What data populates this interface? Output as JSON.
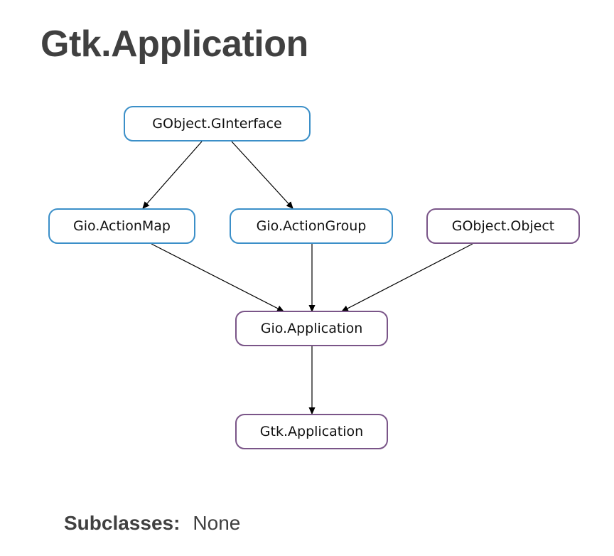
{
  "page": {
    "title": "Gtk.Application"
  },
  "diagram": {
    "nodes": {
      "ginterface": "GObject.GInterface",
      "action_map": "Gio.ActionMap",
      "action_group": "Gio.ActionGroup",
      "gobject": "GObject.Object",
      "gio_application": "Gio.Application",
      "gtk_application": "Gtk.Application"
    },
    "edges": [
      [
        "GObject.GInterface",
        "Gio.ActionMap"
      ],
      [
        "GObject.GInterface",
        "Gio.ActionGroup"
      ],
      [
        "Gio.ActionMap",
        "Gio.Application"
      ],
      [
        "Gio.ActionGroup",
        "Gio.Application"
      ],
      [
        "GObject.Object",
        "Gio.Application"
      ],
      [
        "Gio.Application",
        "Gtk.Application"
      ]
    ],
    "colors": {
      "interface_border": "#3b8fc8",
      "class_border": "#7a5588"
    }
  },
  "subclasses": {
    "label": "Subclasses:",
    "value": "None"
  }
}
